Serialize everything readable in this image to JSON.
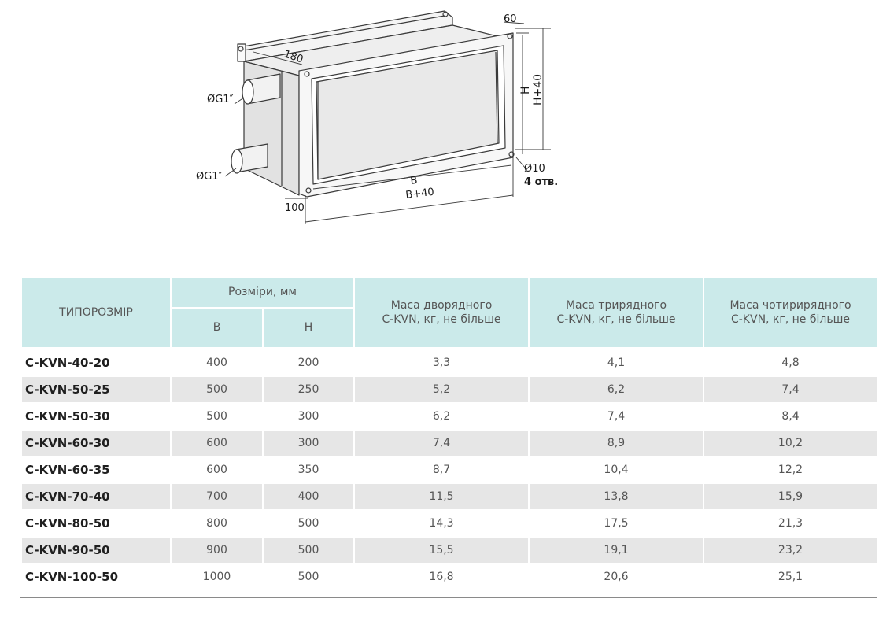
{
  "drawing": {
    "dim_180": "180",
    "dim_60": "60",
    "dim_h": "H",
    "dim_h40": "H+40",
    "dim_b": "B",
    "dim_b40": "B+40",
    "dim_100": "100",
    "pipe_top": "ØG1″",
    "pipe_bottom": "ØG1″",
    "hole_dia": "Ø10",
    "hole_count": "4 отв."
  },
  "table": {
    "header": {
      "type": "ТИПОРОЗМІР",
      "dims": "Розміри, мм",
      "b": "B",
      "h": "H",
      "m2_line1": "Маса дворядного",
      "m2_line2": "C-KVN, кг, не більше",
      "m3_line1": "Маса трирядного",
      "m3_line2": "C-KVN, кг, не більше",
      "m4_line1": "Маса чотирирядного",
      "m4_line2": "C-KVN, кг, не більше"
    },
    "rows": [
      {
        "name": "C-KVN-40-20",
        "b": "400",
        "h": "200",
        "m2": "3,3",
        "m3": "4,1",
        "m4": "4,8"
      },
      {
        "name": "C-KVN-50-25",
        "b": "500",
        "h": "250",
        "m2": "5,2",
        "m3": "6,2",
        "m4": "7,4"
      },
      {
        "name": "C-KVN-50-30",
        "b": "500",
        "h": "300",
        "m2": "6,2",
        "m3": "7,4",
        "m4": "8,4"
      },
      {
        "name": "C-KVN-60-30",
        "b": "600",
        "h": "300",
        "m2": "7,4",
        "m3": "8,9",
        "m4": "10,2"
      },
      {
        "name": "C-KVN-60-35",
        "b": "600",
        "h": "350",
        "m2": "8,7",
        "m3": "10,4",
        "m4": "12,2"
      },
      {
        "name": "C-KVN-70-40",
        "b": "700",
        "h": "400",
        "m2": "11,5",
        "m3": "13,8",
        "m4": "15,9"
      },
      {
        "name": "C-KVN-80-50",
        "b": "800",
        "h": "500",
        "m2": "14,3",
        "m3": "17,5",
        "m4": "21,3"
      },
      {
        "name": "C-KVN-90-50",
        "b": "900",
        "h": "500",
        "m2": "15,5",
        "m3": "19,1",
        "m4": "23,2"
      },
      {
        "name": "C-KVN-100-50",
        "b": "1000",
        "h": "500",
        "m2": "16,8",
        "m3": "20,6",
        "m4": "25,1"
      }
    ]
  }
}
